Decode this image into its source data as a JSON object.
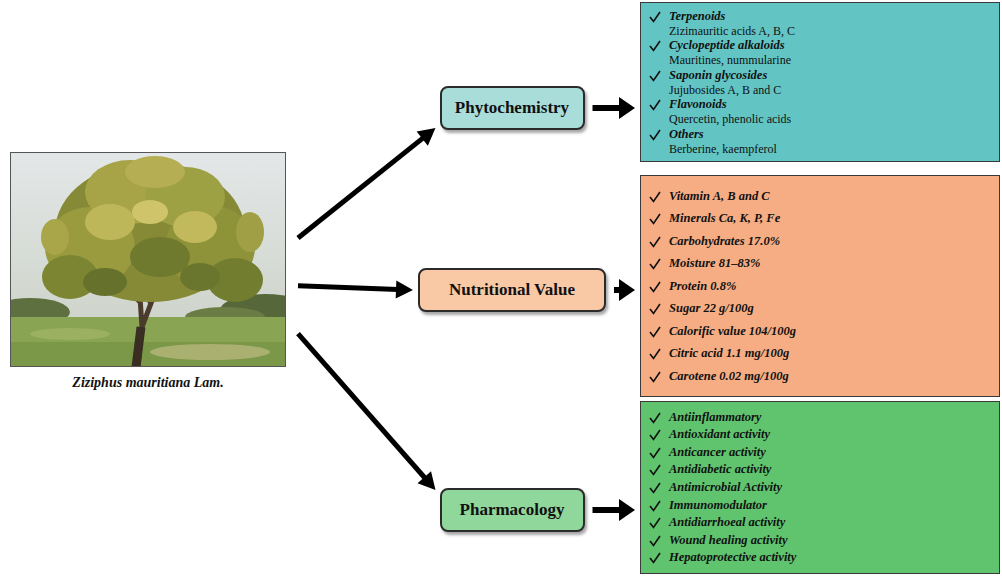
{
  "diagram": {
    "nodes": [
      {
        "text": [
          "Ziziphus mauritiana Lam."
        ]
      },
      {
        "text": [
          "Phytochemistry"
        ]
      },
      {
        "text": [
          "Terpenoids",
          "Zizimauritic acids A, B, C",
          "Cyclopeptide alkaloids",
          "Mauritines, nummularine",
          "Saponin glycosides",
          "Jujubosides A, B and C",
          "Flavonoids",
          "Quercetin, phenolic acids",
          "Others",
          "Berberine, kaempferol"
        ]
      },
      {
        "text": [
          "Nutritional Value"
        ]
      },
      {
        "text": [
          "Vitamin A, B and C",
          "Minerals Ca, K, P, Fe",
          "Carbohydrates 17.0%",
          "Moisture 81–83%",
          "Protein 0.8%",
          "Sugar 22 g/100g",
          "Calorific value 104/100g",
          "Citric acid 1.1 mg/100g",
          "Carotene 0.02 mg/100g"
        ]
      },
      {
        "text": [
          "Pharmacology"
        ]
      },
      {
        "text": [
          "Antiinflammatory",
          "Antioxidant activity",
          "Anticancer activity",
          "Antidiabetic activity",
          "Antimicrobial Activity",
          "Immunomodulator",
          "Antidiarrhoeal activity",
          "Wound healing activity",
          "Hepatoprotective activity"
        ]
      }
    ],
    "edges": [
      {
        "from": 0,
        "to": 1,
        "arrow": "to"
      },
      {
        "from": 0,
        "to": 3,
        "arrow": "to"
      },
      {
        "from": 0,
        "to": 5,
        "arrow": "to"
      },
      {
        "from": 1,
        "to": 2,
        "arrow": "to"
      },
      {
        "from": 3,
        "to": 4,
        "arrow": "to"
      },
      {
        "from": 5,
        "to": 6,
        "arrow": "to"
      }
    ]
  }
}
